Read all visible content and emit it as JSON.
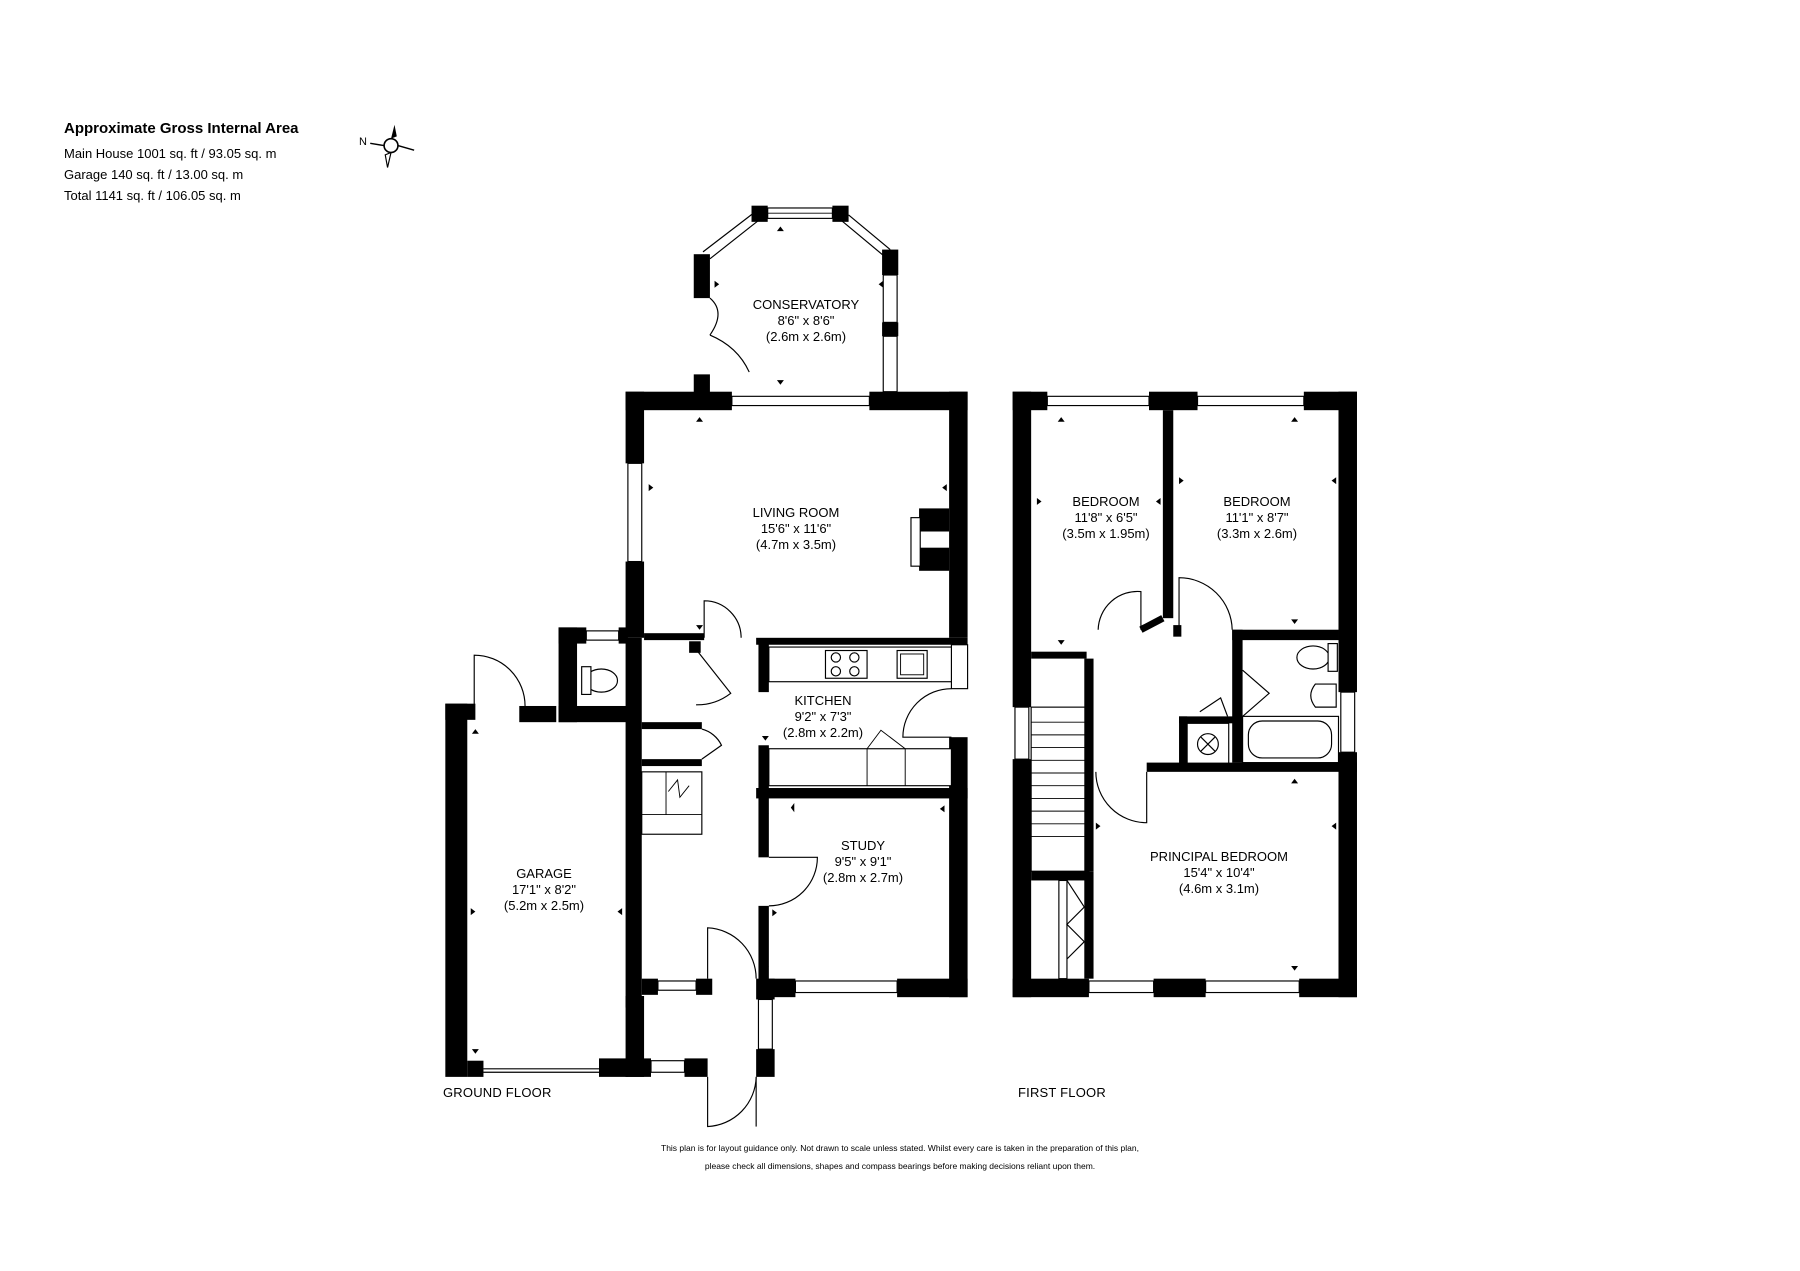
{
  "area": {
    "title": "Approximate Gross Internal Area",
    "lines": [
      "Main House 1001 sq. ft / 93.05 sq. m",
      "Garage 140 sq. ft / 13.00 sq. m",
      "Total 1141 sq. ft / 106.05 sq. m"
    ]
  },
  "compass": {
    "label": "N"
  },
  "floors": {
    "ground": "GROUND FLOOR",
    "first": "FIRST FLOOR"
  },
  "rooms": {
    "conservatory": {
      "name": "CONSERVATORY",
      "imperial": "8'6\" x 8'6\"",
      "metric": "(2.6m x 2.6m)"
    },
    "living": {
      "name": "LIVING ROOM",
      "imperial": "15'6\" x 11'6\"",
      "metric": "(4.7m x 3.5m)"
    },
    "kitchen": {
      "name": "KITCHEN",
      "imperial": "9'2\" x 7'3\"",
      "metric": "(2.8m x 2.2m)"
    },
    "study": {
      "name": "STUDY",
      "imperial": "9'5\" x 9'1\"",
      "metric": "(2.8m x 2.7m)"
    },
    "garage": {
      "name": "GARAGE",
      "imperial": "17'1\" x 8'2\"",
      "metric": "(5.2m x 2.5m)"
    },
    "bedroom1": {
      "name": "BEDROOM",
      "imperial": "11'8\" x 6'5\"",
      "metric": "(3.5m x 1.95m)"
    },
    "bedroom2": {
      "name": "BEDROOM",
      "imperial": "11'1\" x 8'7\"",
      "metric": "(3.3m x 2.6m)"
    },
    "principal": {
      "name": "PRINCIPAL BEDROOM",
      "imperial": "15'4\" x 10'4\"",
      "metric": "(4.6m x 3.1m)"
    }
  },
  "disclaimer": [
    "This plan is for layout guidance only.  Not drawn to scale unless stated. Whilst every care is taken in the preparation of this plan,",
    "please check all dimensions, shapes and compass bearings before making decisions reliant upon them."
  ]
}
